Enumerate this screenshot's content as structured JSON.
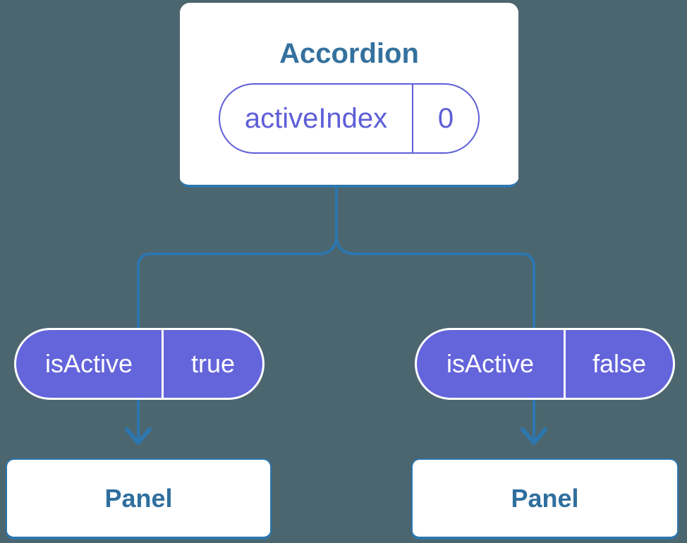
{
  "tree": {
    "root": {
      "name": "Accordion",
      "state": {
        "name": "activeIndex",
        "value": "0"
      }
    },
    "branches": [
      {
        "prop": {
          "name": "isActive",
          "value": "true"
        },
        "child": {
          "name": "Panel"
        }
      },
      {
        "prop": {
          "name": "isActive",
          "value": "false"
        },
        "child": {
          "name": "Panel"
        }
      }
    ]
  },
  "colors": {
    "background": "#4C6670",
    "connector": "#2D76AE",
    "node_title": "#35719E",
    "panel_title": "#2F6F9E",
    "state_accent": "#5E5ED8",
    "prop_fill": "#6464DB",
    "prop_text": "#FFFFFF",
    "node_fill": "#FFFFFF"
  }
}
